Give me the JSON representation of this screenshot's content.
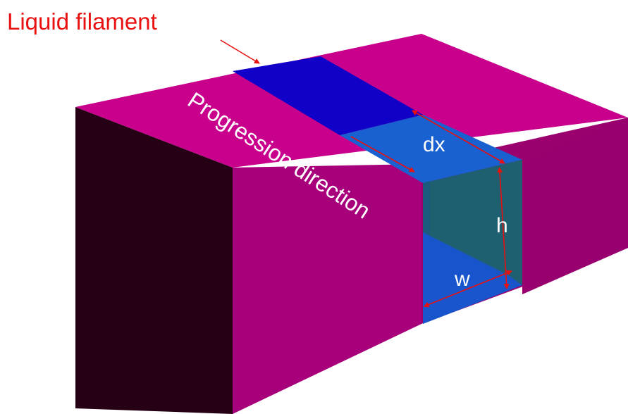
{
  "diagram": {
    "title_label": "Liquid filament",
    "progression_label": "Progression direction",
    "dimension_labels": {
      "dx": "dx",
      "h": "h",
      "w": "w"
    }
  },
  "colors": {
    "block_top": "#C8008C",
    "block_front": "#A8007A",
    "block_left": "#260014",
    "block_right": "#9A006E",
    "filament_top": "#1100C8",
    "filament_cell_top": "#1960D0",
    "filament_section": "#1E6070",
    "filament_bottom": "#1655C8",
    "annotation": "#E81010",
    "label_light": "#FFFFFF"
  }
}
